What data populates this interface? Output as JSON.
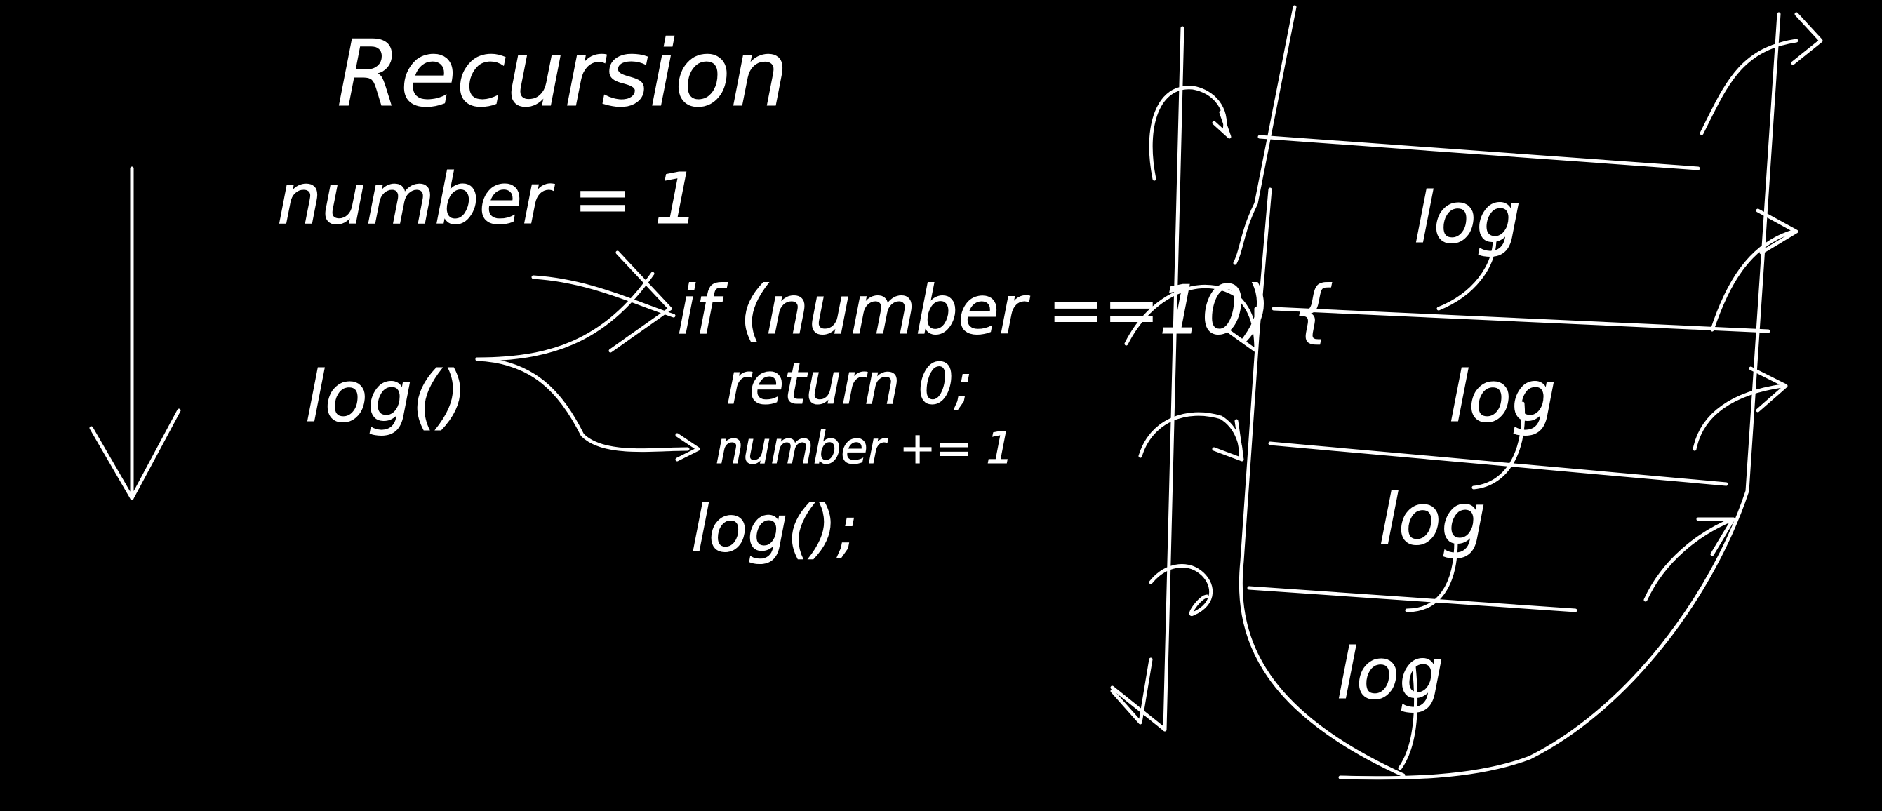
{
  "board": {
    "background": "#000000",
    "ink": "#ffffff"
  },
  "texts": {
    "title": "Recursion",
    "init": "number = 1",
    "call": "log()",
    "cond": "if (number ==10) {",
    "ret": "return 0;",
    "incr": "number += 1",
    "recurse": "log();"
  },
  "stack": {
    "frame_labels": [
      "log",
      "log",
      "log",
      "log"
    ]
  }
}
